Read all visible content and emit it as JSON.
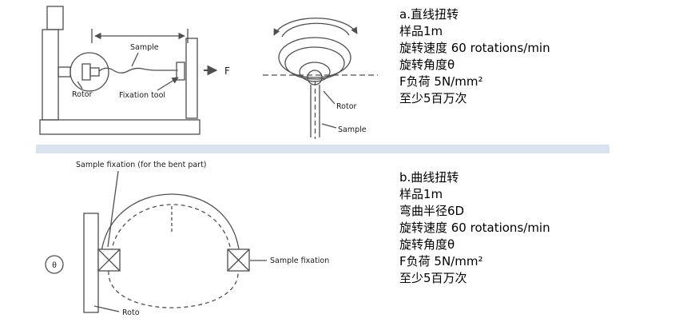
{
  "colors": {
    "divider": "#d9e3f0",
    "diagram_stroke": "#4f4f4f"
  },
  "section_a": {
    "lines": [
      "a.直线扭转",
      "样品1m",
      "旋转速度 60 rotations/min",
      "旋转角度θ",
      "F负荷 5N/mm²",
      "至少5百万次"
    ],
    "machine_labels": {
      "sample": "Sample",
      "rotor": "Rotor",
      "fixation_tool": "Fixation tool",
      "force": "F"
    },
    "topview_labels": {
      "rotor": "Rotor",
      "sample": "Sample"
    }
  },
  "section_b": {
    "lines": [
      "b.曲线扭转",
      "样品1m",
      "弯曲半径6D",
      "旋转速度 60 rotations/min",
      "旋转角度θ",
      "F负荷 5N/mm²",
      "至少5百万次"
    ],
    "labels": {
      "bent_fixation": "Sample fixation (for the bent part)",
      "sample_fixation": "Sample fixation",
      "rotor": "Roto",
      "theta": "θ"
    }
  }
}
